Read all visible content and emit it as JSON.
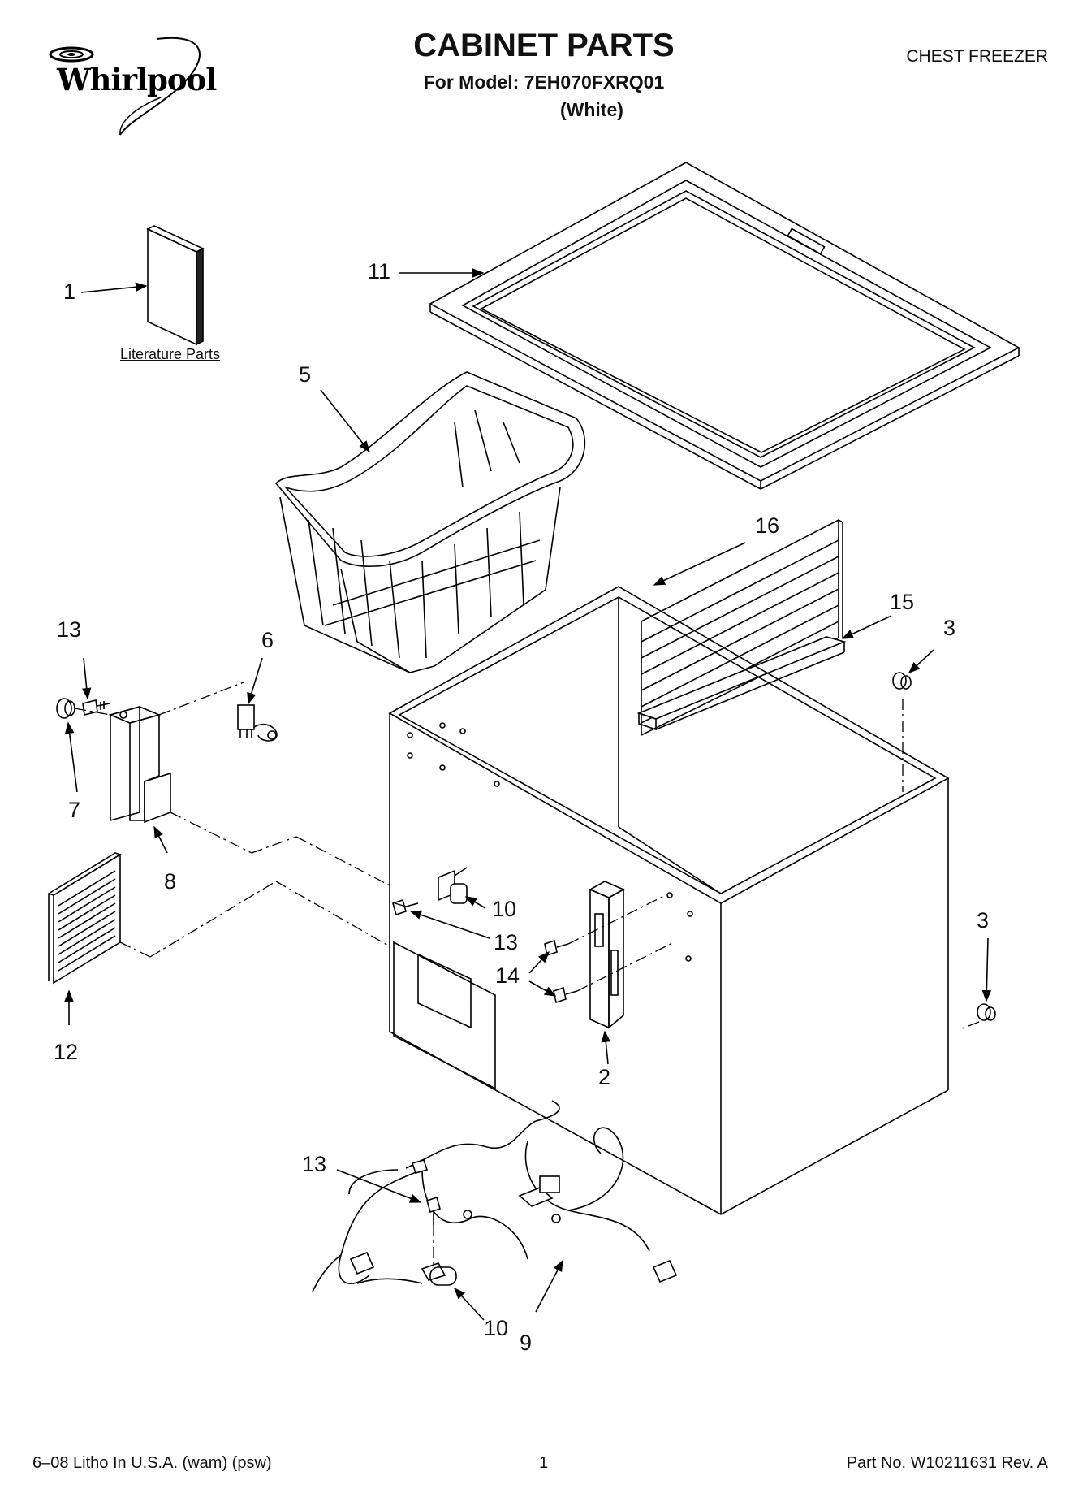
{
  "header": {
    "brand": "Whirlpool",
    "title": "CABINET PARTS",
    "model_line": "For Model: 7EH070FXRQ01",
    "color_line": "(White)",
    "category": "CHEST FREEZER"
  },
  "literature_label": "Literature Parts",
  "callouts": [
    {
      "id": "c1",
      "text": "1"
    },
    {
      "id": "c11",
      "text": "11"
    },
    {
      "id": "c5",
      "text": "5"
    },
    {
      "id": "c16",
      "text": "16"
    },
    {
      "id": "c15",
      "text": "15"
    },
    {
      "id": "c3a",
      "text": "3"
    },
    {
      "id": "c13a",
      "text": "13"
    },
    {
      "id": "c6",
      "text": "6"
    },
    {
      "id": "c7",
      "text": "7"
    },
    {
      "id": "c8",
      "text": "8"
    },
    {
      "id": "c10a",
      "text": "10"
    },
    {
      "id": "c13b",
      "text": "13"
    },
    {
      "id": "c14",
      "text": "14"
    },
    {
      "id": "c3b",
      "text": "3"
    },
    {
      "id": "c12",
      "text": "12"
    },
    {
      "id": "c2",
      "text": "2"
    },
    {
      "id": "c13c",
      "text": "13"
    },
    {
      "id": "c10b",
      "text": "10"
    },
    {
      "id": "c9",
      "text": "9"
    }
  ],
  "footer": {
    "left": "6–08 Litho In U.S.A. (wam) (psw)",
    "page": "1",
    "part_no": "Part No. W10211631 Rev. A"
  }
}
